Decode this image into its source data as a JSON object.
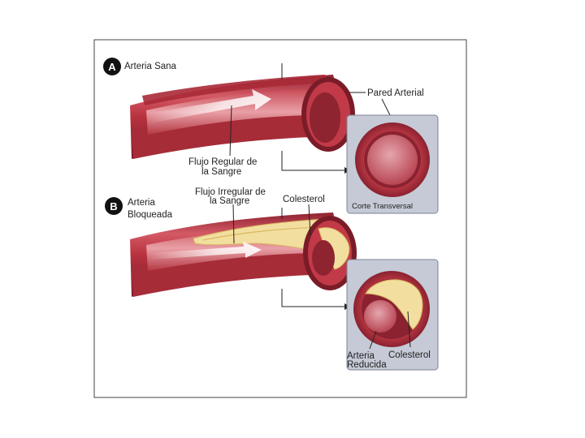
{
  "panel_a": {
    "badge": "A",
    "title": "Arteria Sana",
    "label_wall": "Pared Arterial",
    "label_flow": [
      "Flujo Regular de",
      "la Sangre"
    ],
    "label_section": "Corte Transversal"
  },
  "panel_b": {
    "badge": "B",
    "title": [
      "Arteria",
      "Bloqueada"
    ],
    "label_flow": [
      "Flujo Irregular de",
      "la Sangre"
    ],
    "label_cholesterol": "Colesterol",
    "label_reduced": [
      "Arteria",
      "Reducida"
    ],
    "label_cholesterol_section": "Colesterol"
  },
  "colors": {
    "artery_outer": "#b8323f",
    "artery_light": "#e9a0a6",
    "artery_dark": "#7a1c28",
    "plaque": "#f2dfa0",
    "inset_bg": "#c5cad6",
    "frame": "#444444"
  }
}
